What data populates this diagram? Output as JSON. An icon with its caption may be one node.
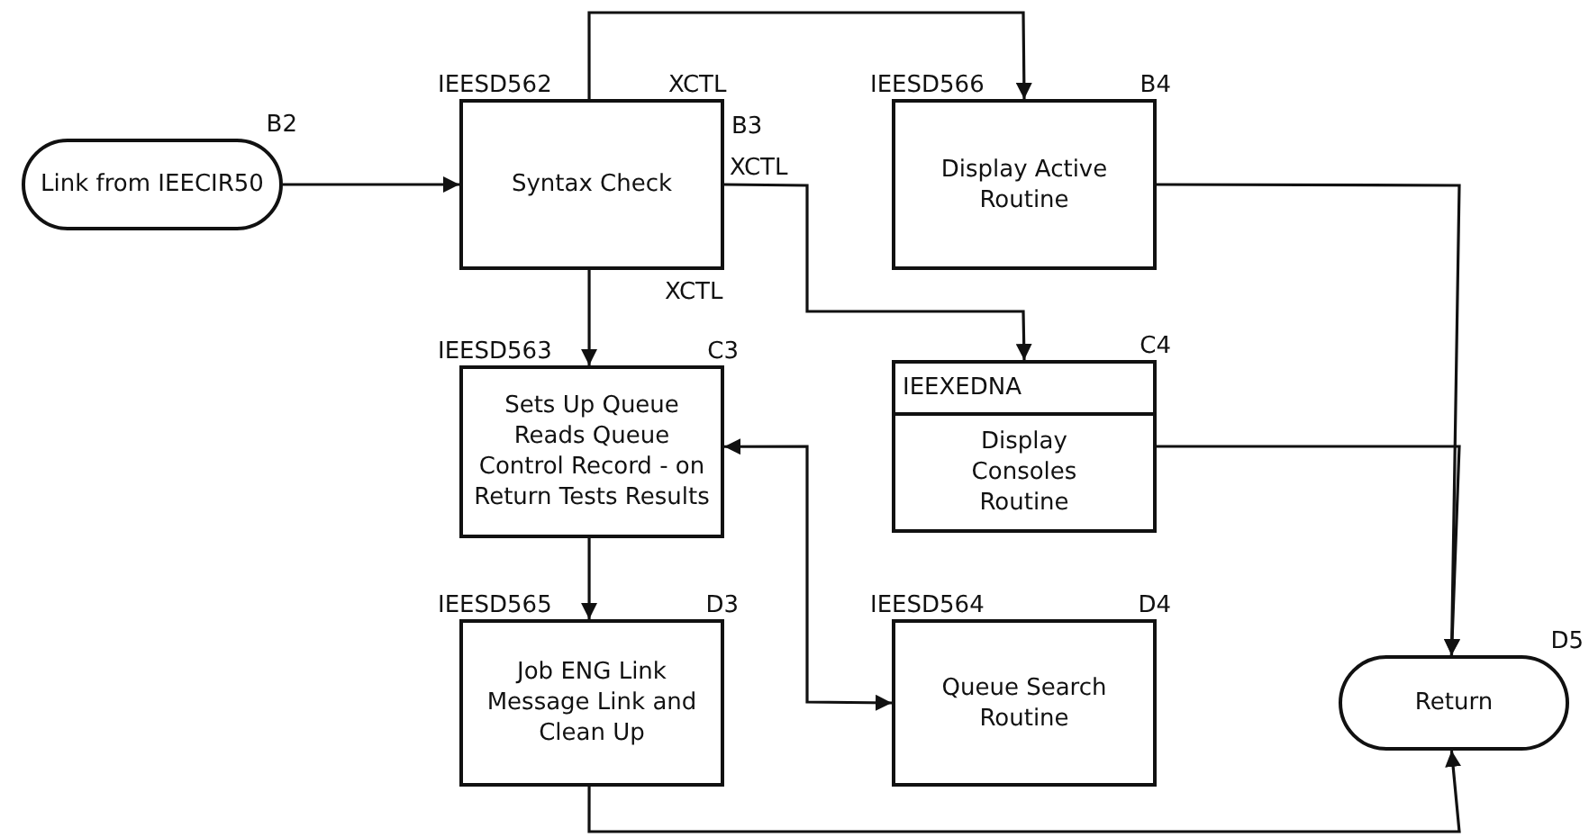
{
  "diagram": {
    "nodes": [
      {
        "text": [
          "Link from IEECIR50"
        ],
        "beside": [
          "B2"
        ]
      },
      {
        "text": [
          "IEESD562",
          "Syntax Check"
        ],
        "beside": [
          "B3"
        ]
      },
      {
        "text": [
          "IEESD566",
          "Display Active Routine"
        ],
        "beside": [
          "B4"
        ]
      },
      {
        "text": [
          "IEESD563",
          "Sets Up Queue Reads Queue Control Record - on Return Tests Results"
        ],
        "beside": [
          "C3"
        ]
      },
      {
        "text": [
          "IEEXEDNA",
          "Display Consoles Routine"
        ],
        "beside": [
          "C4"
        ]
      },
      {
        "text": [
          "IEESD565",
          "Job ENG Link Message Link and Clean Up"
        ],
        "beside": [
          "D3"
        ]
      },
      {
        "text": [
          "IEESD564",
          "Queue Search Routine"
        ],
        "beside": [
          "D4"
        ]
      },
      {
        "text": [
          "Return"
        ],
        "beside": [
          "D5"
        ]
      }
    ],
    "edges": [
      {
        "from": 0,
        "to": 1,
        "arrow": "to"
      },
      {
        "from": 1,
        "to": 2,
        "arrow": "to",
        "label": "XCTL"
      },
      {
        "from": 1,
        "to": 4,
        "arrow": "to",
        "label": "XCTL"
      },
      {
        "from": 1,
        "to": 3,
        "arrow": "to",
        "label": "XCTL"
      },
      {
        "from": 2,
        "to": 7,
        "arrow": "to"
      },
      {
        "from": 4,
        "to": 7,
        "arrow": "to"
      },
      {
        "from": 3,
        "to": 6,
        "arrow": "both"
      },
      {
        "from": 3,
        "to": 5,
        "arrow": "to"
      },
      {
        "from": 5,
        "to": 7,
        "arrow": "to"
      }
    ]
  }
}
